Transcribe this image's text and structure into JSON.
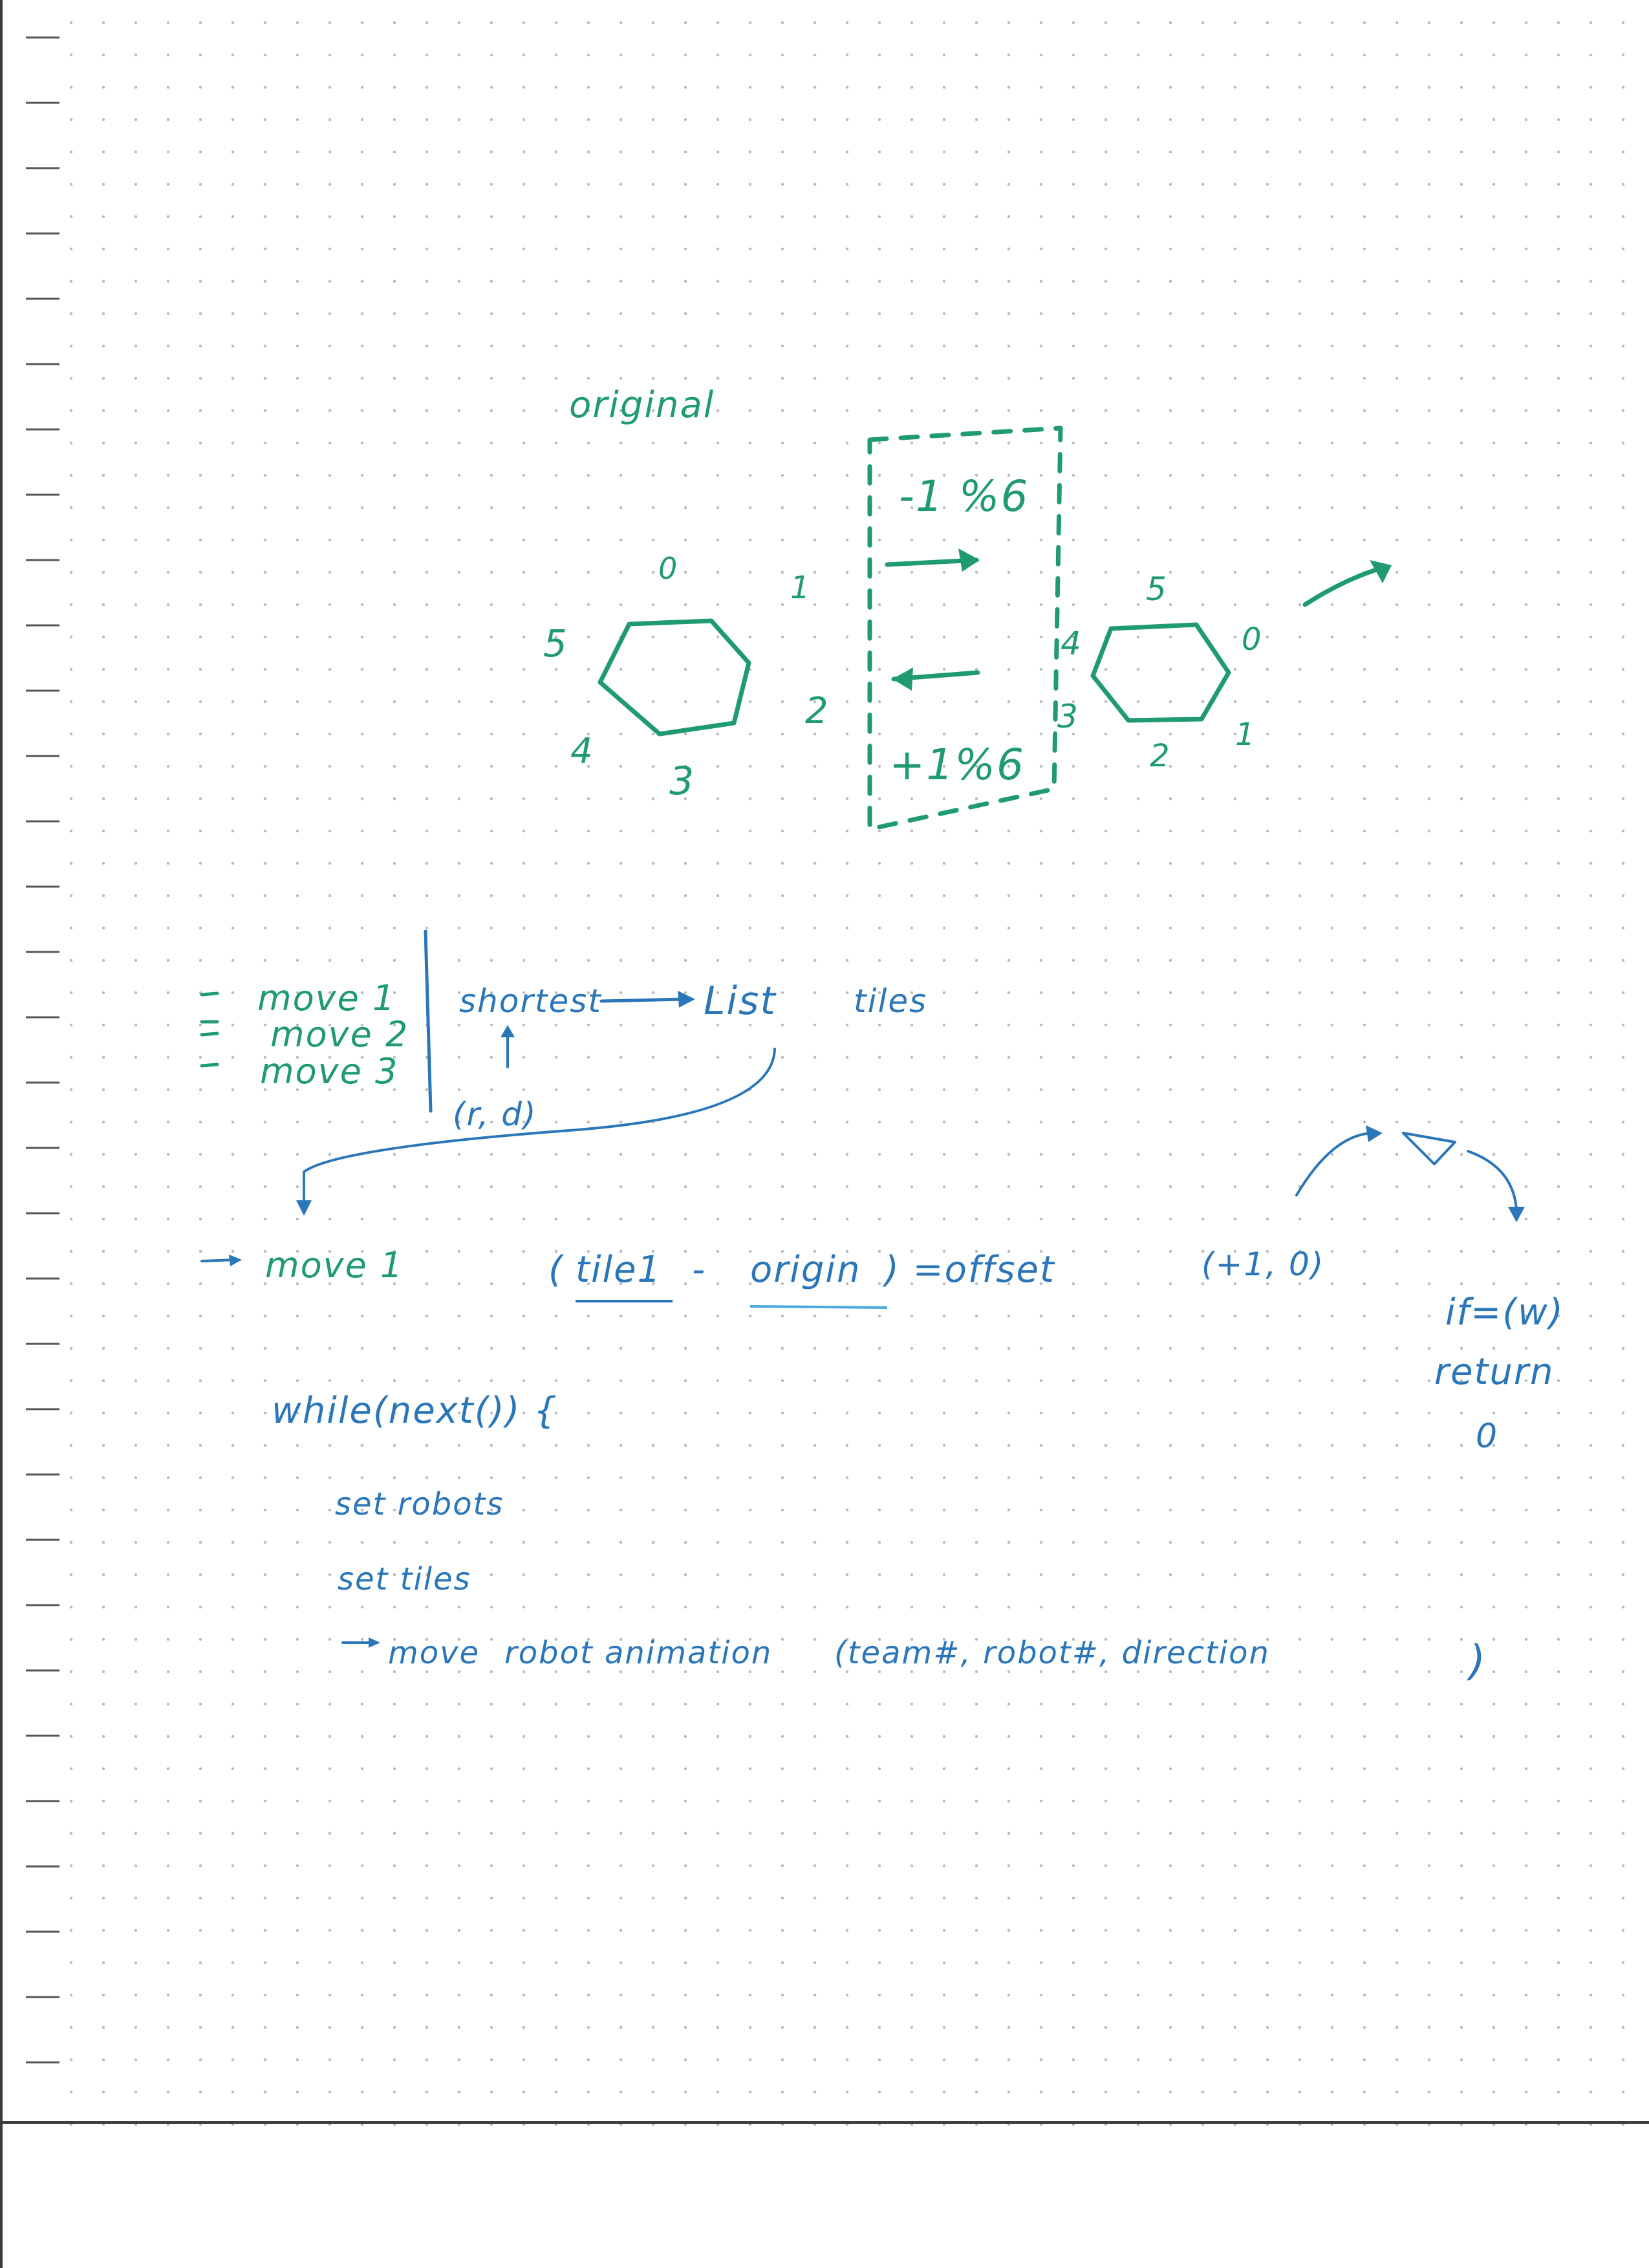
{
  "page": {
    "paper_color": "#ffffff",
    "dot_color": "#b9b9b9",
    "margin_tick_color": "#555555",
    "ink_green": "#1f9a72",
    "ink_blue": "#2a76b8",
    "ink_lightblue": "#4aa8e0"
  },
  "diagram": {
    "label_original": "original",
    "hex_left_labels": [
      "0",
      "1",
      "2",
      "3",
      "4",
      "5"
    ],
    "hex_right_labels": [
      "5",
      "0",
      "1",
      "2",
      "3",
      "4"
    ],
    "box_top": "-1 %6",
    "box_bottom": "+1%6"
  },
  "notes": {
    "moves": [
      "move 1",
      "move 2",
      "move 3"
    ],
    "shortest": "shortest",
    "list": "List",
    "tiles": "tiles",
    "rd": "(r, d)",
    "move1": "move 1",
    "tile1": "tile1",
    "minus": "-",
    "origin": "origin",
    "equals_offset": ") =offset",
    "open_paren": "(",
    "offset_value": "(+1, 0)",
    "if_return": "if=(w)",
    "return_word": "return",
    "return_value": "0"
  },
  "code": {
    "while_line": "while(next()) {",
    "line1": "set robots",
    "line2": "set tiles",
    "line3_prefix": "move",
    "line3_func": "robot animation",
    "line3_args": "(team#, robot#, direction",
    "line3_close": ")"
  }
}
